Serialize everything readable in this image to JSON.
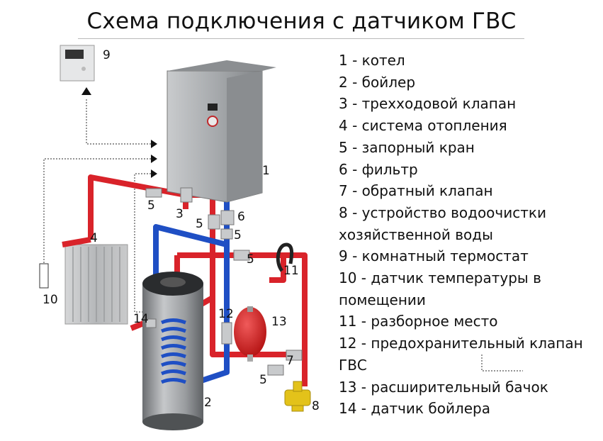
{
  "title": "Схема подключения с датчиком ГВС",
  "legend": [
    "1 - котел",
    "2 - бойлер",
    "3 - трехходовой клапан",
    "4 - система отопления",
    "5 - запорный кран",
    "6 - фильтр",
    "7 - обратный клапан",
    "8 - устройство водоочистки хозяйственной воды",
    "9 - комнатный термостат",
    "10 - датчик температуры в помещении",
    "11 - разборное место",
    "12 - предохранительный клапан ГВС",
    "13 - расширительный бачок",
    "14 - датчик бойлера"
  ],
  "labels": {
    "boiler": "1",
    "water_heater": "2",
    "three_way_valve": "3",
    "heating_system": "4",
    "shutoff_valve": "5",
    "filter": "6",
    "check_valve": "7",
    "water_treatment": "8",
    "room_thermostat": "9",
    "room_sensor": "10",
    "tap": "11",
    "safety_valve": "12",
    "expansion_tank": "13",
    "boiler_sensor": "14"
  },
  "colors": {
    "hot_pipe": "#d9232a",
    "cold_pipe": "#1f4fc4",
    "tank": "#d91e1e",
    "boiler_body": "#9ea1a4",
    "fitting_brass": "#e3c21a",
    "signal_line": "#555555"
  }
}
